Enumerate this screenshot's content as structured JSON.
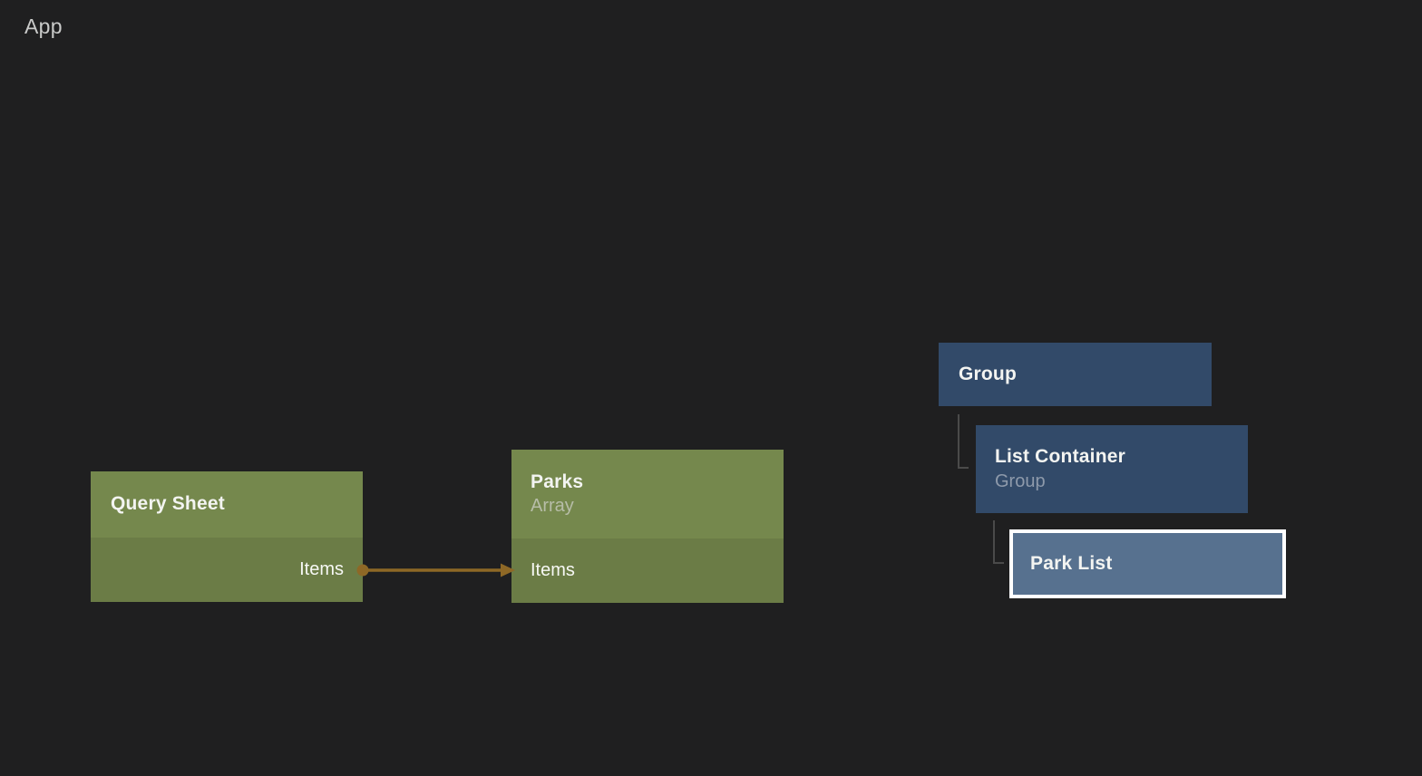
{
  "app": {
    "breadcrumb": "App"
  },
  "colors": {
    "canvas_bg": "#1f1f20",
    "green_header": "#75884d",
    "green_body": "#6b7c46",
    "blue_node": "#324a69",
    "blue_selected": "#57718f",
    "selection_border": "#ffffff",
    "connection": "#8e6826",
    "tree_line": "#4a4a4a",
    "title_text": "#f3f4f1",
    "subtitle_green": "#b7bda8",
    "subtitle_blue": "#8e9aab",
    "app_label": "#c9cac9"
  },
  "nodes": {
    "query_sheet": {
      "title": "Query Sheet",
      "output_port": "Items"
    },
    "parks": {
      "title": "Parks",
      "subtitle": "Array",
      "input_port": "Items"
    },
    "group": {
      "title": "Group"
    },
    "list_container": {
      "title": "List Container",
      "subtitle": "Group"
    },
    "park_list": {
      "title": "Park List",
      "selected": true
    }
  },
  "connection": {
    "from": "Query Sheet / Items",
    "to": "Parks / Items"
  }
}
